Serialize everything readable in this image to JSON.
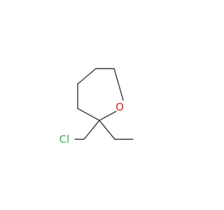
{
  "molecule": {
    "atoms": [
      {
        "id": "O1",
        "label": "O",
        "color": "#e0231c"
      },
      {
        "id": "Cl1",
        "label": "Cl",
        "color": "#3cb44a"
      }
    ],
    "bond_color": "#3a3a3a"
  }
}
